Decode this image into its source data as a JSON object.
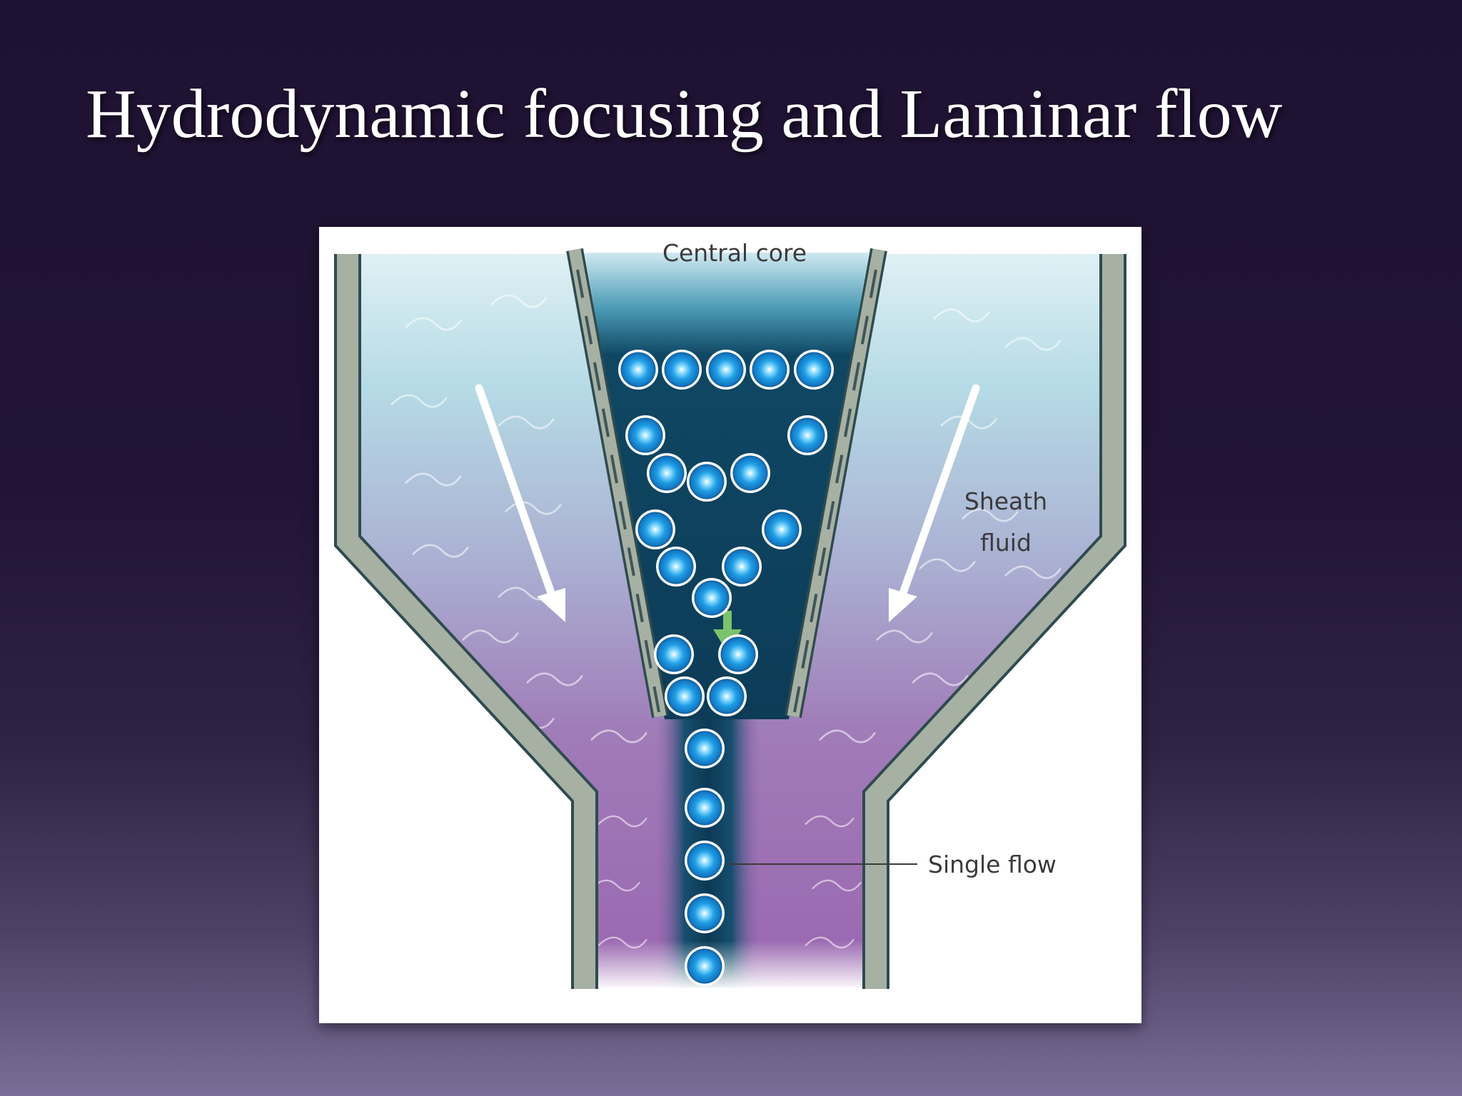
{
  "slide": {
    "title": "Hydrodynamic focusing and Laminar flow"
  },
  "diagram": {
    "labels": {
      "central_core": "Central core",
      "sheath_fluid_line1": "Sheath",
      "sheath_fluid_line2": "fluid",
      "single_flow": "Single flow"
    },
    "colors": {
      "slide_background_top": "#1e1131",
      "slide_background_bottom": "#7a6d97",
      "sheath_fluid_top": "#d9edf3",
      "sheath_fluid_bottom": "#9a6bb0",
      "core_stream": "#0d3f5a",
      "particle": "#1a9be0",
      "wall": "#a6b1a4",
      "flow_arrow": "#ffffff",
      "focus_arrow": "#7ac26b"
    },
    "icons": [
      "flow-arrow-icon",
      "focus-arrow-icon",
      "particle-icon"
    ]
  }
}
